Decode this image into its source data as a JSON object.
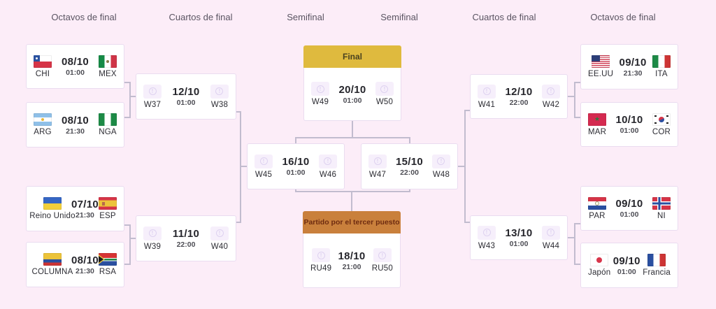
{
  "colors": {
    "background": "#fcedf8",
    "final_header_bg": "#dfba3e",
    "third_place_header_bg": "#c9803c",
    "connector": "#c2bccf",
    "card_border": "#eadcf0"
  },
  "headers": [
    {
      "label": "Octavos de final"
    },
    {
      "label": "Cuartos de final"
    },
    {
      "label": "Semifinal"
    },
    {
      "label": "Semifinal"
    },
    {
      "label": "Cuartos de final"
    },
    {
      "label": "Octavos de final"
    }
  ],
  "rounds": {
    "left_round16": {
      "matches": [
        {
          "home": {
            "code": "CHI",
            "flag": "chile"
          },
          "away": {
            "code": "MEX",
            "flag": "mexico"
          },
          "date": "08/10",
          "time": "01:00"
        },
        {
          "home": {
            "code": "ARG",
            "flag": "argentina"
          },
          "away": {
            "code": "NGA",
            "flag": "nigeria"
          },
          "date": "08/10",
          "time": "21:30"
        },
        {
          "home": {
            "code": "Reino Unido",
            "flag": "ukraine"
          },
          "away": {
            "code": "ESP",
            "flag": "spain"
          },
          "date": "07/10",
          "time": "21:30"
        },
        {
          "home": {
            "code": "COLUMNA",
            "flag": "colombia"
          },
          "away": {
            "code": "RSA",
            "flag": "south-africa"
          },
          "date": "08/10",
          "time": "21:30"
        }
      ]
    },
    "left_quarterfinals": {
      "matches": [
        {
          "home": {
            "code": "W37",
            "flag": "placeholder"
          },
          "away": {
            "code": "W38",
            "flag": "placeholder"
          },
          "date": "12/10",
          "time": "01:00"
        },
        {
          "home": {
            "code": "W39",
            "flag": "placeholder"
          },
          "away": {
            "code": "W40",
            "flag": "placeholder"
          },
          "date": "11/10",
          "time": "22:00"
        }
      ]
    },
    "semifinals": {
      "matches": [
        {
          "home": {
            "code": "W45",
            "flag": "placeholder"
          },
          "away": {
            "code": "W46",
            "flag": "placeholder"
          },
          "date": "16/10",
          "time": "01:00"
        },
        {
          "home": {
            "code": "W47",
            "flag": "placeholder"
          },
          "away": {
            "code": "W48",
            "flag": "placeholder"
          },
          "date": "15/10",
          "time": "22:00"
        }
      ]
    },
    "final": {
      "title": "Final",
      "match": {
        "home": {
          "code": "W49",
          "flag": "placeholder"
        },
        "away": {
          "code": "W50",
          "flag": "placeholder"
        },
        "date": "20/10",
        "time": "01:00"
      }
    },
    "third_place": {
      "title": "Partido por el tercer puesto",
      "match": {
        "home": {
          "code": "RU49",
          "flag": "placeholder"
        },
        "away": {
          "code": "RU50",
          "flag": "placeholder"
        },
        "date": "18/10",
        "time": "21:00"
      }
    },
    "right_quarterfinals": {
      "matches": [
        {
          "home": {
            "code": "W41",
            "flag": "placeholder"
          },
          "away": {
            "code": "W42",
            "flag": "placeholder"
          },
          "date": "12/10",
          "time": "22:00"
        },
        {
          "home": {
            "code": "W43",
            "flag": "placeholder"
          },
          "away": {
            "code": "W44",
            "flag": "placeholder"
          },
          "date": "13/10",
          "time": "01:00"
        }
      ]
    },
    "right_round16": {
      "matches": [
        {
          "home": {
            "code": "EE.UU",
            "flag": "usa"
          },
          "away": {
            "code": "ITA",
            "flag": "italy"
          },
          "date": "09/10",
          "time": "21:30"
        },
        {
          "home": {
            "code": "MAR",
            "flag": "morocco"
          },
          "away": {
            "code": "COR",
            "flag": "south-korea"
          },
          "date": "10/10",
          "time": "01:00"
        },
        {
          "home": {
            "code": "PAR",
            "flag": "paraguay"
          },
          "away": {
            "code": "NI",
            "flag": "norway"
          },
          "date": "09/10",
          "time": "01:00"
        },
        {
          "home": {
            "code": "Japón",
            "flag": "japan"
          },
          "away": {
            "code": "Francia",
            "flag": "france"
          },
          "date": "09/10",
          "time": "01:00"
        }
      ]
    }
  }
}
